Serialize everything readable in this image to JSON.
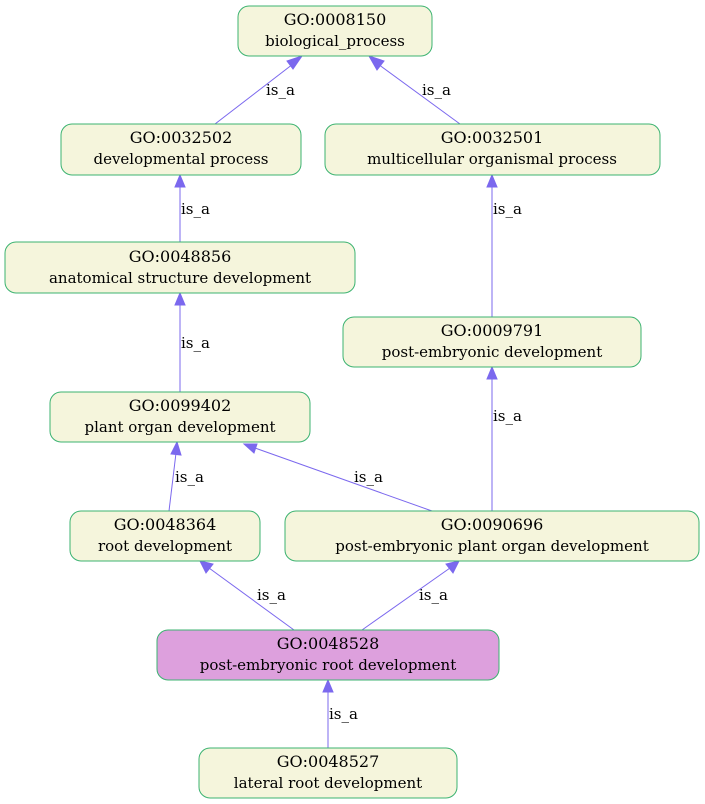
{
  "colors": {
    "node_fill": "#f5f5dc",
    "node_border": "#3cb371",
    "focus_fill": "#dda0dd",
    "edge": "#7b68ee"
  },
  "nodes": {
    "n8150": {
      "id": "GO:0008150",
      "label": "biological_process"
    },
    "n32502": {
      "id": "GO:0032502",
      "label": "developmental process"
    },
    "n32501": {
      "id": "GO:0032501",
      "label": "multicellular organismal process"
    },
    "n48856": {
      "id": "GO:0048856",
      "label": "anatomical structure development"
    },
    "n9791": {
      "id": "GO:0009791",
      "label": "post-embryonic development"
    },
    "n99402": {
      "id": "GO:0099402",
      "label": "plant organ development"
    },
    "n48364": {
      "id": "GO:0048364",
      "label": "root development"
    },
    "n90696": {
      "id": "GO:0090696",
      "label": "post-embryonic plant organ development"
    },
    "n48528": {
      "id": "GO:0048528",
      "label": "post-embryonic root development"
    },
    "n48527": {
      "id": "GO:0048527",
      "label": "lateral root development"
    }
  },
  "edges": [
    {
      "from": "n32502",
      "to": "n8150",
      "label": "is_a"
    },
    {
      "from": "n32501",
      "to": "n8150",
      "label": "is_a"
    },
    {
      "from": "n48856",
      "to": "n32502",
      "label": "is_a"
    },
    {
      "from": "n9791",
      "to": "n32501",
      "label": "is_a"
    },
    {
      "from": "n99402",
      "to": "n48856",
      "label": "is_a"
    },
    {
      "from": "n48364",
      "to": "n99402",
      "label": "is_a"
    },
    {
      "from": "n90696",
      "to": "n99402",
      "label": "is_a"
    },
    {
      "from": "n90696",
      "to": "n9791",
      "label": "is_a"
    },
    {
      "from": "n48528",
      "to": "n48364",
      "label": "is_a"
    },
    {
      "from": "n48528",
      "to": "n90696",
      "label": "is_a"
    },
    {
      "from": "n48527",
      "to": "n48528",
      "label": "is_a"
    }
  ]
}
